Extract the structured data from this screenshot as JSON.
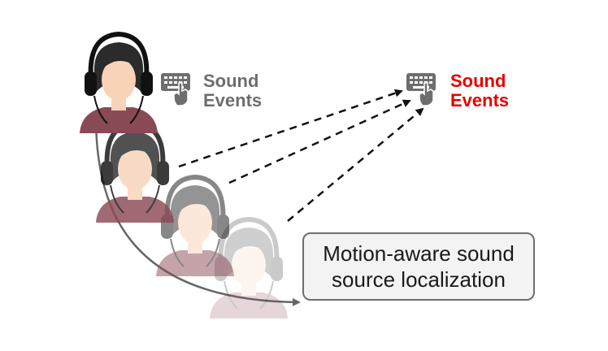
{
  "labels": {
    "left_line1": "Sound",
    "left_line2": "Events",
    "right_line1": "Sound",
    "right_line2": "Events"
  },
  "caption": {
    "line1": "Motion-aware sound",
    "line2": "source localization"
  },
  "colors": {
    "left_label": "#6e6e6e",
    "right_label": "#e60000",
    "keyboard_icon": "#6e6e6e",
    "path_arrow": "#666666",
    "dashed_arrow": "#111111",
    "skin": "#f8d3b8",
    "hair": "#2b2b2b",
    "shirt": "#8a4a55",
    "headphones": "#111111"
  },
  "icons": {
    "left": "keyboard-icon",
    "right": "keyboard-icon"
  }
}
